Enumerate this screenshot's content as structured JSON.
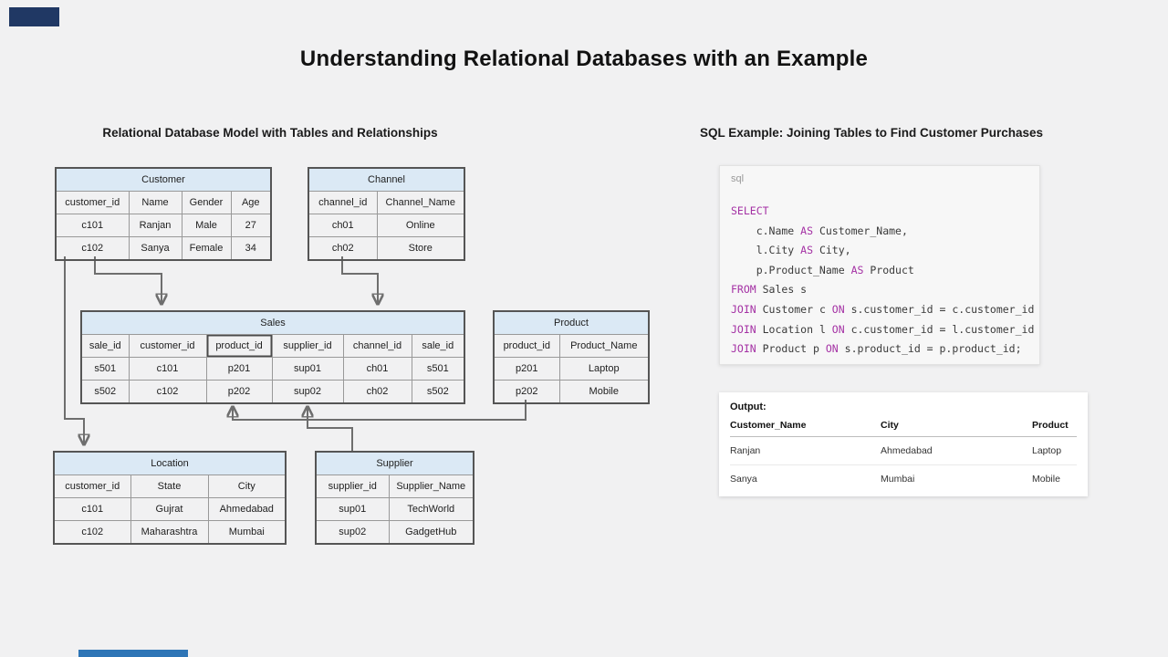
{
  "page": {
    "title": "Understanding Relational Databases with an Example"
  },
  "colors": {
    "background": "#f1f1f2",
    "table_header_bg": "#dbe9f5",
    "table_border_outer": "#555555",
    "table_border_inner": "#999999",
    "connector": "#6e6e6e",
    "code_bg": "#f7f7f7",
    "code_text": "#3a3a3a",
    "sql_keyword": "#a431a4",
    "accent_top": "#203864",
    "accent_bottom": "#2e75b6"
  },
  "erd": {
    "heading": "Relational Database Model with Tables and Relationships",
    "tables": [
      {
        "id": "customer",
        "title": "Customer",
        "columns": [
          "customer_id",
          "Name",
          "Gender",
          "Age"
        ],
        "rows": [
          [
            "c101",
            "Ranjan",
            "Male",
            "27"
          ],
          [
            "c102",
            "Sanya",
            "Female",
            "34"
          ]
        ]
      },
      {
        "id": "channel",
        "title": "Channel",
        "columns": [
          "channel_id",
          "Channel_Name"
        ],
        "rows": [
          [
            "ch01",
            "Online"
          ],
          [
            "ch02",
            "Store"
          ]
        ]
      },
      {
        "id": "sales",
        "title": "Sales",
        "columns": [
          "sale_id",
          "customer_id",
          "product_id",
          "supplier_id",
          "channel_id",
          "sale_id"
        ],
        "rows": [
          [
            "s501",
            "c101",
            "p201",
            "sup01",
            "ch01",
            "s501"
          ],
          [
            "s502",
            "c102",
            "p202",
            "sup02",
            "ch02",
            "s502"
          ]
        ],
        "highlight_column": 2
      },
      {
        "id": "product",
        "title": "Product",
        "columns": [
          "product_id",
          "Product_Name"
        ],
        "rows": [
          [
            "p201",
            "Laptop"
          ],
          [
            "p202",
            "Mobile"
          ]
        ]
      },
      {
        "id": "location",
        "title": "Location",
        "columns": [
          "customer_id",
          "State",
          "City"
        ],
        "rows": [
          [
            "c101",
            "Gujrat",
            "Ahmedabad"
          ],
          [
            "c102",
            "Maharashtra",
            "Mumbai"
          ]
        ]
      },
      {
        "id": "supplier",
        "title": "Supplier",
        "columns": [
          "supplier_id",
          "Supplier_Name"
        ],
        "rows": [
          [
            "sup01",
            "TechWorld"
          ],
          [
            "sup02",
            "GadgetHub"
          ]
        ]
      }
    ]
  },
  "sql": {
    "heading": "SQL Example: Joining Tables to Find Customer Purchases",
    "language_label": "sql",
    "code_lines": [
      [
        {
          "t": "SELECT",
          "k": true
        }
      ],
      [
        {
          "t": "    c.Name "
        },
        {
          "t": "AS",
          "k": true
        },
        {
          "t": " Customer_Name,"
        }
      ],
      [
        {
          "t": "    l.City "
        },
        {
          "t": "AS",
          "k": true
        },
        {
          "t": " City,"
        }
      ],
      [
        {
          "t": "    p.Product_Name "
        },
        {
          "t": "AS",
          "k": true
        },
        {
          "t": " Product"
        }
      ],
      [
        {
          "t": "FROM",
          "k": true
        },
        {
          "t": " Sales s"
        }
      ],
      [
        {
          "t": "JOIN",
          "k": true
        },
        {
          "t": " Customer c "
        },
        {
          "t": "ON",
          "k": true
        },
        {
          "t": " s.customer_id = c.customer_id"
        }
      ],
      [
        {
          "t": "JOIN",
          "k": true
        },
        {
          "t": " Location l "
        },
        {
          "t": "ON",
          "k": true
        },
        {
          "t": " c.customer_id = l.customer_id"
        }
      ],
      [
        {
          "t": "JOIN",
          "k": true
        },
        {
          "t": " Product p "
        },
        {
          "t": "ON",
          "k": true
        },
        {
          "t": " s.product_id = p.product_id;"
        }
      ]
    ],
    "output": {
      "label": "Output:",
      "columns": [
        "Customer_Name",
        "City",
        "Product"
      ],
      "rows": [
        [
          "Ranjan",
          "Ahmedabad",
          "Laptop"
        ],
        [
          "Sanya",
          "Mumbai",
          "Mobile"
        ]
      ]
    }
  }
}
